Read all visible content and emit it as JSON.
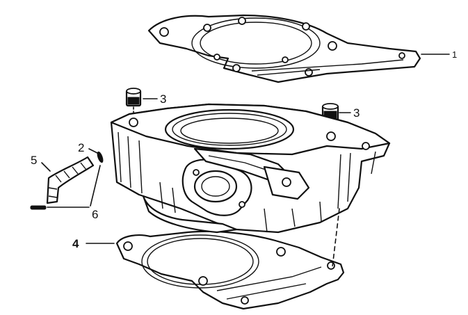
{
  "diagram": {
    "callouts": [
      {
        "id": "1",
        "label": "1"
      },
      {
        "id": "2",
        "label": "2"
      },
      {
        "id": "3a",
        "label": "3"
      },
      {
        "id": "3b",
        "label": "3"
      },
      {
        "id": "4",
        "label": "4"
      },
      {
        "id": "5",
        "label": "5"
      },
      {
        "id": "6",
        "label": "6"
      }
    ]
  }
}
